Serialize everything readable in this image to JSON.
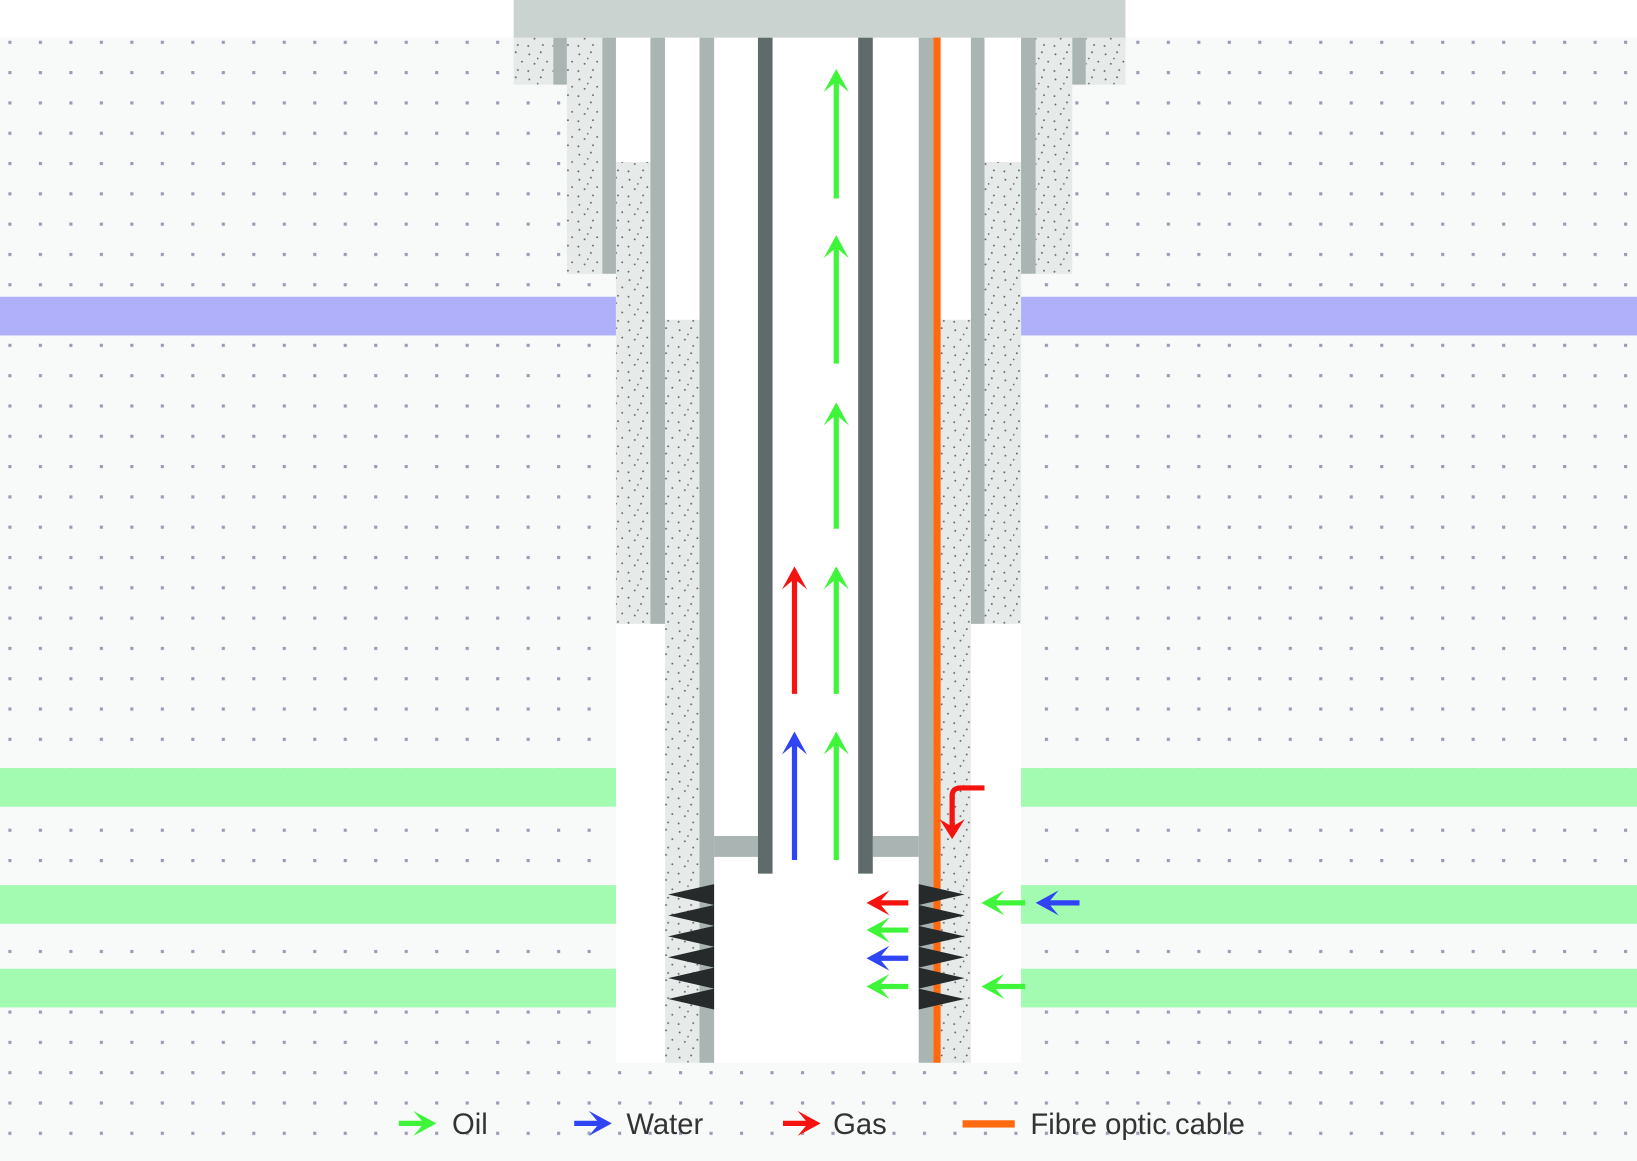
{
  "legend": {
    "items": [
      {
        "label": "Oil",
        "color": "#3ef53a",
        "symbol": "arrow"
      },
      {
        "label": "Water",
        "color": "#2e44f5",
        "symbol": "arrow"
      },
      {
        "label": "Gas",
        "color": "#f5120f",
        "symbol": "arrow"
      },
      {
        "label": "Fibre optic cable",
        "color": "#ff6a10",
        "symbol": "line"
      }
    ]
  },
  "colors": {
    "background": "#f8f9f9",
    "wellhead": "#cbd3d1",
    "casing": "#aab5b3",
    "tubing": "#5f6b6a",
    "cement": "#e6eae9",
    "aquifer_layer": "#b0b0fa",
    "reservoir_layer": "#a2fbb0",
    "perforation": "#262a2a",
    "fibre_optic_cable": "#ff6a10",
    "oil": "#3ef53a",
    "water": "#2e44f5",
    "gas": "#f5120f"
  }
}
